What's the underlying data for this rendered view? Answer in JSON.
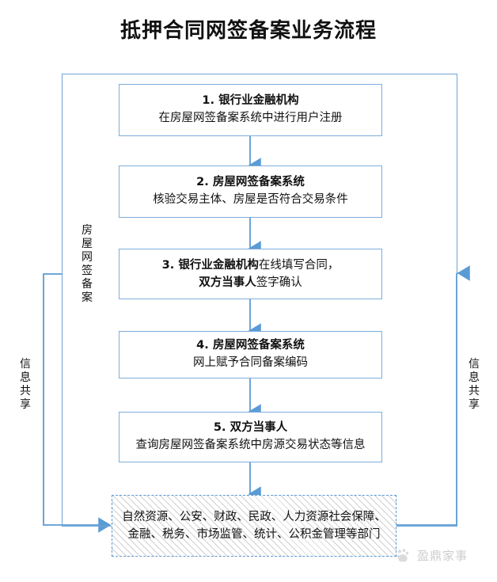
{
  "title": "抵押合同网签备案业务流程",
  "colors": {
    "frame_border": "#6fa3d6",
    "box_border": "#7eaddc",
    "connector": "#5b9bd5",
    "dept_border": "#5b9bd5",
    "hatch": "#aaaaaa",
    "text": "#111111"
  },
  "flow": {
    "steps": [
      {
        "id": "step-1",
        "line1": "1. 银行业金融机构",
        "line2": "在房屋网签备案系统中进行用户注册"
      },
      {
        "id": "step-2",
        "line1": "2. 房屋网签备案系统",
        "line2": "核验交易主体、房屋是否符合交易条件"
      },
      {
        "id": "step-3",
        "line1_bold": "3. 银行业金融机构",
        "line1_rest": "在线填写合同，",
        "line2_bold": "双方当事人",
        "line2_rest": "签字确认"
      },
      {
        "id": "step-4",
        "line1": "4. 房屋网签备案系统",
        "line2": "网上赋予合同备案编码"
      },
      {
        "id": "step-5",
        "line1": "5. 双方当事人",
        "line2": "查询房屋网签备案系统中房源交易状态等信息"
      }
    ],
    "department_box": {
      "label": "自然资源、公安、财政、民政、人力资源社会保障、金融、税务、市场监管、统计、公积金管理等部门"
    }
  },
  "labels": {
    "inner_frame": "房屋网签备案",
    "left_channel": "信息共享",
    "right_channel": "信息共享"
  },
  "watermark": {
    "text": "盈鼎家事",
    "icon": "paw-logo-icon"
  }
}
